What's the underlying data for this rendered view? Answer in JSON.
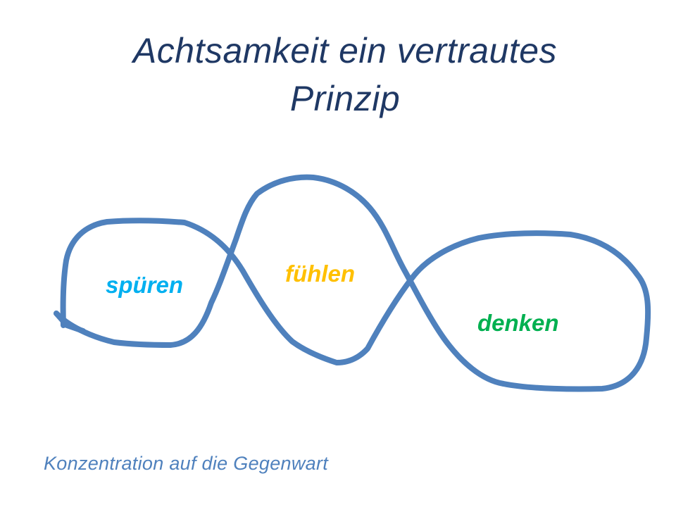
{
  "slide": {
    "title_lines": [
      "Achtsamkeit ein vertrautes",
      "Prinzip"
    ],
    "footer": "Konzentration auf die Gegenwart"
  },
  "diagram": {
    "labels": [
      {
        "text": "spüren",
        "color": "#00B0F0"
      },
      {
        "text": "fühlen",
        "color": "#FFC000"
      },
      {
        "text": "denken",
        "color": "#00B050"
      }
    ]
  },
  "colors": {
    "title": "#1F3864",
    "footer": "#4F81BD",
    "stroke": "#4F81BD"
  }
}
